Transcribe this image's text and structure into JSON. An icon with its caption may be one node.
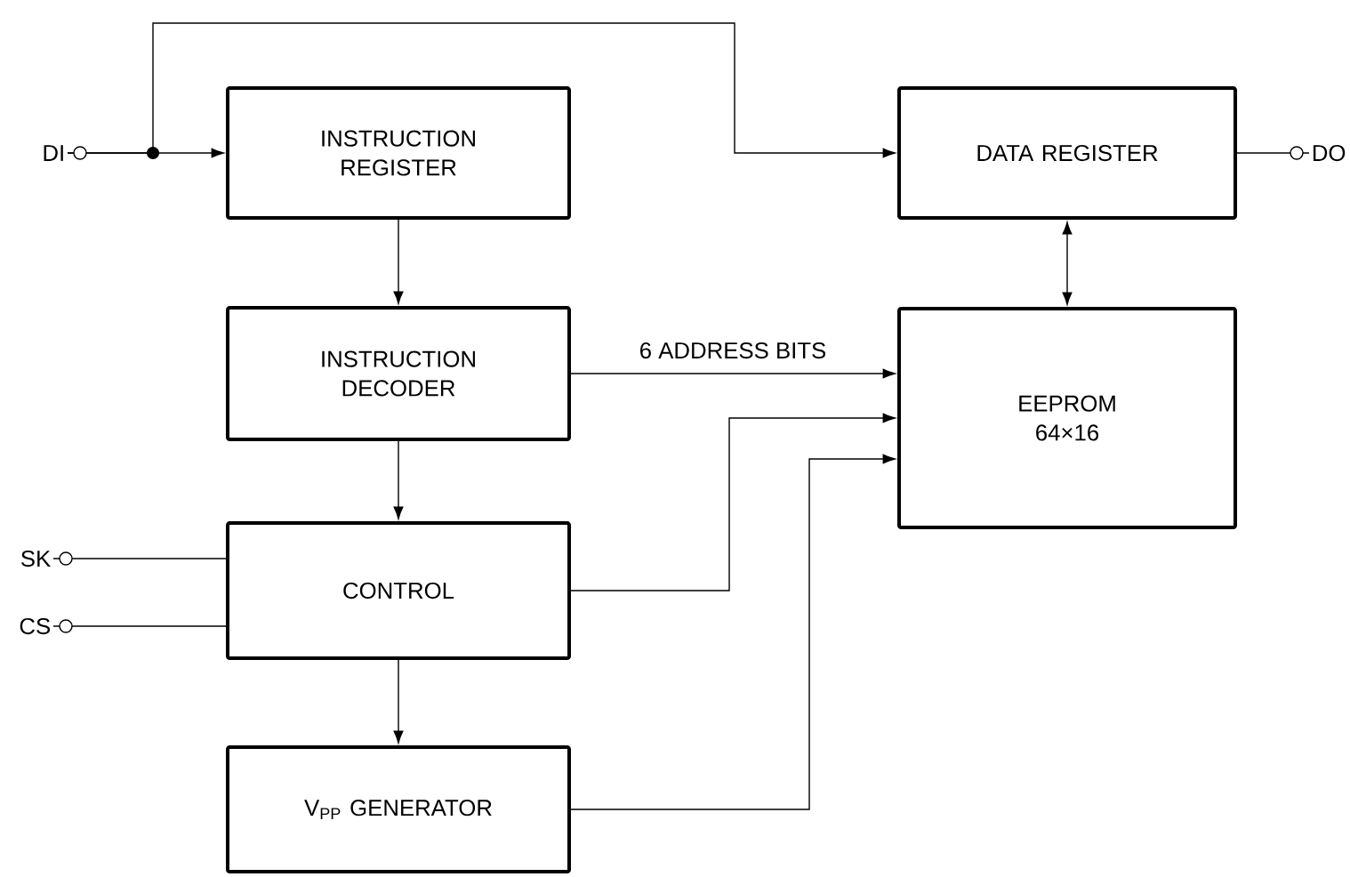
{
  "diagram": {
    "nodes": [
      {
        "text": [
          "DI"
        ]
      },
      {
        "text": [
          "INSTRUCTION REGISTER"
        ]
      },
      {
        "text": [
          "DATA REGISTER"
        ]
      },
      {
        "text": [
          "DO"
        ]
      },
      {
        "text": [
          "INSTRUCTION DECODER"
        ]
      },
      {
        "text": [
          "EEPROM 64×16"
        ]
      },
      {
        "text": [
          "SK"
        ]
      },
      {
        "text": [
          "CONTROL"
        ]
      },
      {
        "text": [
          "CS"
        ]
      },
      {
        "text": [
          "V$_{PP}$ GENERATOR"
        ]
      }
    ],
    "edges": [
      {
        "from": 0,
        "to": 1,
        "arrow": "to"
      },
      {
        "from": 0,
        "to": 2,
        "arrow": "to"
      },
      {
        "from": 2,
        "to": 3,
        "arrow": "none"
      },
      {
        "from": 1,
        "to": 4,
        "arrow": "to"
      },
      {
        "from": 2,
        "to": 5,
        "arrow": "both"
      },
      {
        "from": 4,
        "to": 5,
        "arrow": "to",
        "label": "6 ADDRESS BITS"
      },
      {
        "from": 6,
        "to": 7,
        "arrow": "none"
      },
      {
        "from": 8,
        "to": 7,
        "arrow": "none"
      },
      {
        "from": 4,
        "to": 7,
        "arrow": "to"
      },
      {
        "from": 7,
        "to": 5,
        "arrow": "to"
      },
      {
        "from": 7,
        "to": 9,
        "arrow": "to"
      },
      {
        "from": 9,
        "to": 5,
        "arrow": "to"
      }
    ]
  }
}
